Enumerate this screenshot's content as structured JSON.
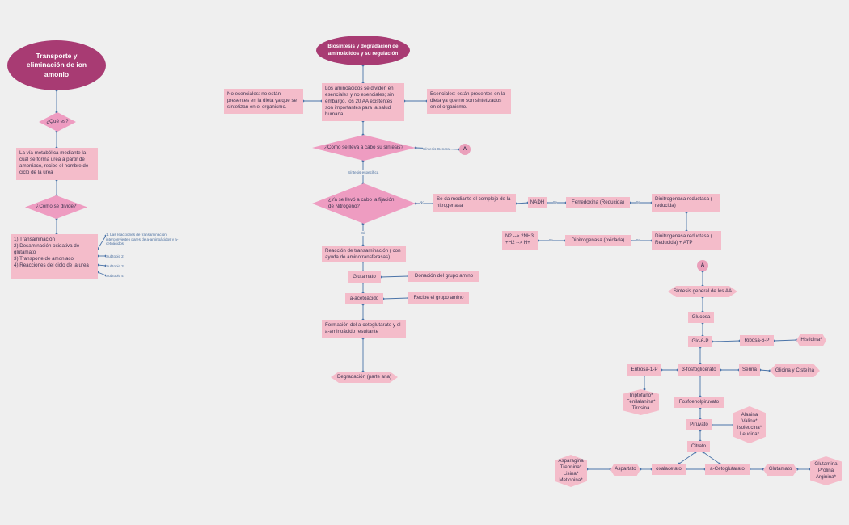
{
  "left": {
    "title": "Transporte y eliminación de ion amonio",
    "que_es": "¿Qué es?",
    "definition": "La vía metabólica mediante la cual se forma urea a partir de amoníaco, recibe el nombre de ciclo de la urea",
    "como_divide": "¿Cómo se divide?",
    "divisions": "1) Transaminación\n2) Desaminación oxidativa de glutamato\n3) Transporte de amoniaco\n4) Reacciones del ciclo de la urea",
    "subtopic1": "1. Las reacciones de transaminación interconvierten pares de a-aminoácidos y a-cetoácidos",
    "subtopic2": "Subtopic 2",
    "subtopic3": "Subtopic 3",
    "subtopic4": "Subtopic 4"
  },
  "middle": {
    "title": "Biosíntesis y degradación de aminoácidos y su regulación",
    "division": "Los aminoácidos se dividen en esenciales y no esenciales; sin embargo, los 20 AA existentes son importantes para la salud humana.",
    "no_esenciales": "No esenciales: no están presentes en la dieta ya que se sintetizan en el organismo.",
    "esenciales": "Esenciales: están presentes en la dieta ya que no son sintetizados en el organismo.",
    "como_sintesis": "¿Cómo se lleva a cabo su síntesis?",
    "sintesis_general_label": "Síntesis General",
    "sintesis_especifica_label": "Síntesis específica",
    "fijacion": "¿Ya se llevó a cabo la fijación de Nitrógeno?",
    "no_label": "No",
    "si_label": "Sí",
    "complejo": "Se da mediante el complejo de la nitrogenasa",
    "nadh": "NADH",
    "ferredoxina": "Ferredoxina (Reducida)",
    "dinitro_red_reducida": "Dinitrogenasa reductasa ( reducida)",
    "dinitro_red_atp": "Dinitrogenasa reductasa ( Reducida) + ATP",
    "dinitro_oxidada": "Dinitrogenasa (oxidada)",
    "n2": "N2 --> 2NH3\n+H2 --> H+",
    "e_label": "8e",
    "transaminacion": "Reacción de transaminación ( con ayuda de aminotransferasas)",
    "glutamato": "Glutamato",
    "donacion": "Donación del grupo amino",
    "acetoacido": "a-acetoácido",
    "recibe": "Recibe el grupo amino",
    "formacion": "Formación del a-cetoglutarato y el a-aminoácido resultante",
    "degradacion": "Degradación (parte ana)"
  },
  "right": {
    "connector": "A",
    "sintesis_general": "Síntesis general de los AA",
    "glucosa": "Glucosa",
    "glc6p": "Glc-6-P",
    "ribosa": "Ribosa-6-P",
    "histidina": "Histidina*",
    "eritrosa": "Eritrosa-1-P",
    "fosfoglicerato": "3-fosfoglicerato",
    "serina": "Serina",
    "glicina": "Glicina y Cisteína",
    "aromaticos": "Triptófano*\nFenilalanina*\nTirosina",
    "fosfoenol": "Fosfoenolpiruvato",
    "piruvato": "Piruvato",
    "ramificados": "Alanina\nValina*\nIsoleucina*\nLeucina*",
    "citrato": "Citrato",
    "oxalacetato": "oxalacetato",
    "cetoglutarato": "a-Cetoglutarato",
    "aspartato": "Aspartato",
    "asparagina": "Asparagina\nTreonina*\nLisina*\nMetionina*",
    "glutamato": "Glutamato",
    "glutamina": "Glutamina\nProlina\nArginina*"
  }
}
